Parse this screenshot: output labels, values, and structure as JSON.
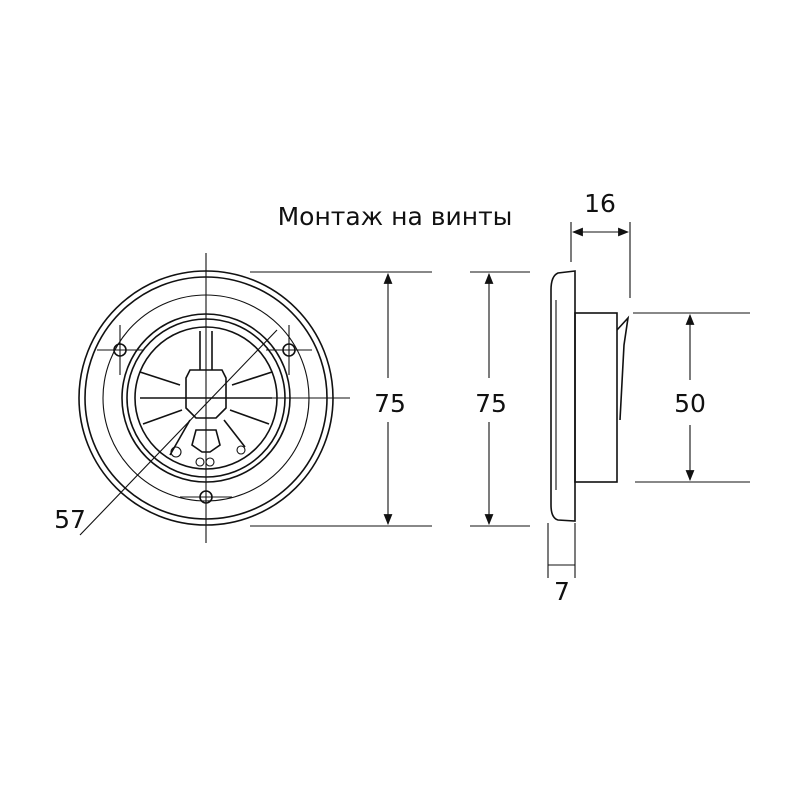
{
  "title": "Монтаж на винты",
  "dimensions": {
    "front_height": "75",
    "overall_height": "75",
    "hole_circle": "57",
    "depth_total": "16",
    "flange_thickness": "7",
    "spigot_diameter": "50"
  },
  "colors": {
    "line": "#111111",
    "background": "#ffffff"
  }
}
